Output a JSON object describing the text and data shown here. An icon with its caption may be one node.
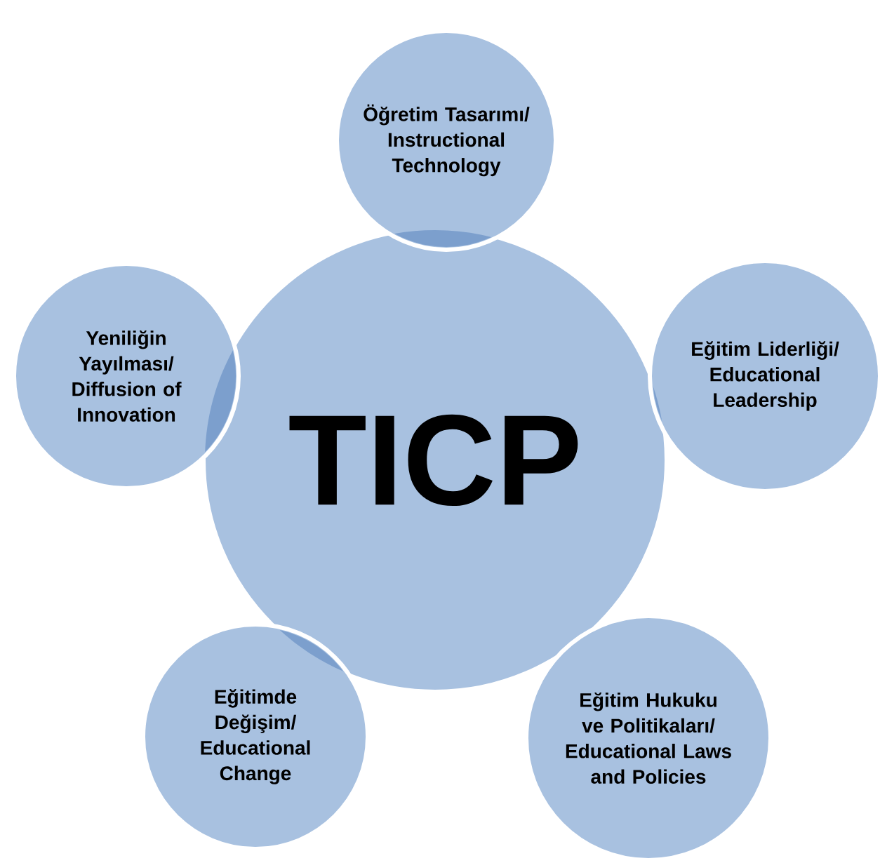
{
  "diagram": {
    "nodes": [
      {
        "text": [
          "Öğretim Tasarımı/ Instructional Technology"
        ]
      },
      {
        "text": [
          "Yeniliğin Yayılması/ Diffusion of Innovation"
        ]
      },
      {
        "text": [
          "Eğitim Liderliği/ Educational Leadership"
        ]
      },
      {
        "text": [
          "TICP"
        ]
      },
      {
        "text": [
          "Eğitimde Değişim/ Educational Change"
        ]
      },
      {
        "text": [
          "Eğitim Hukuku ve Politikaları/ Educational Laws and Policies"
        ]
      }
    ]
  }
}
